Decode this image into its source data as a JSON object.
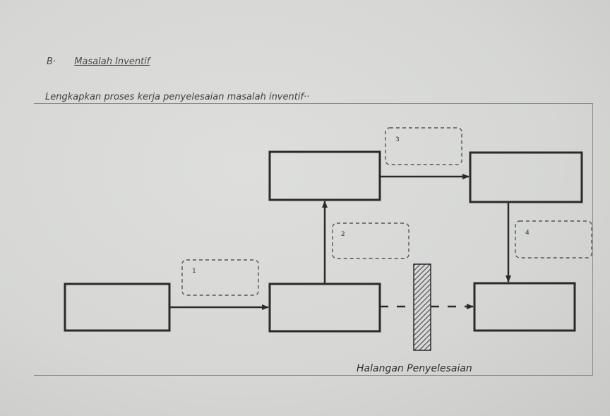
{
  "section": {
    "number": "B·",
    "title": "Masalah Inventif"
  },
  "instruction": "Lengkapkan proses kerja penyelesaian masalah inventif··",
  "diagram": {
    "placeholders": [
      {
        "label": "1"
      },
      {
        "label": "2"
      },
      {
        "label": "3"
      },
      {
        "label": "4"
      }
    ],
    "barrier_caption": "Halangan Penyelesaian"
  }
}
